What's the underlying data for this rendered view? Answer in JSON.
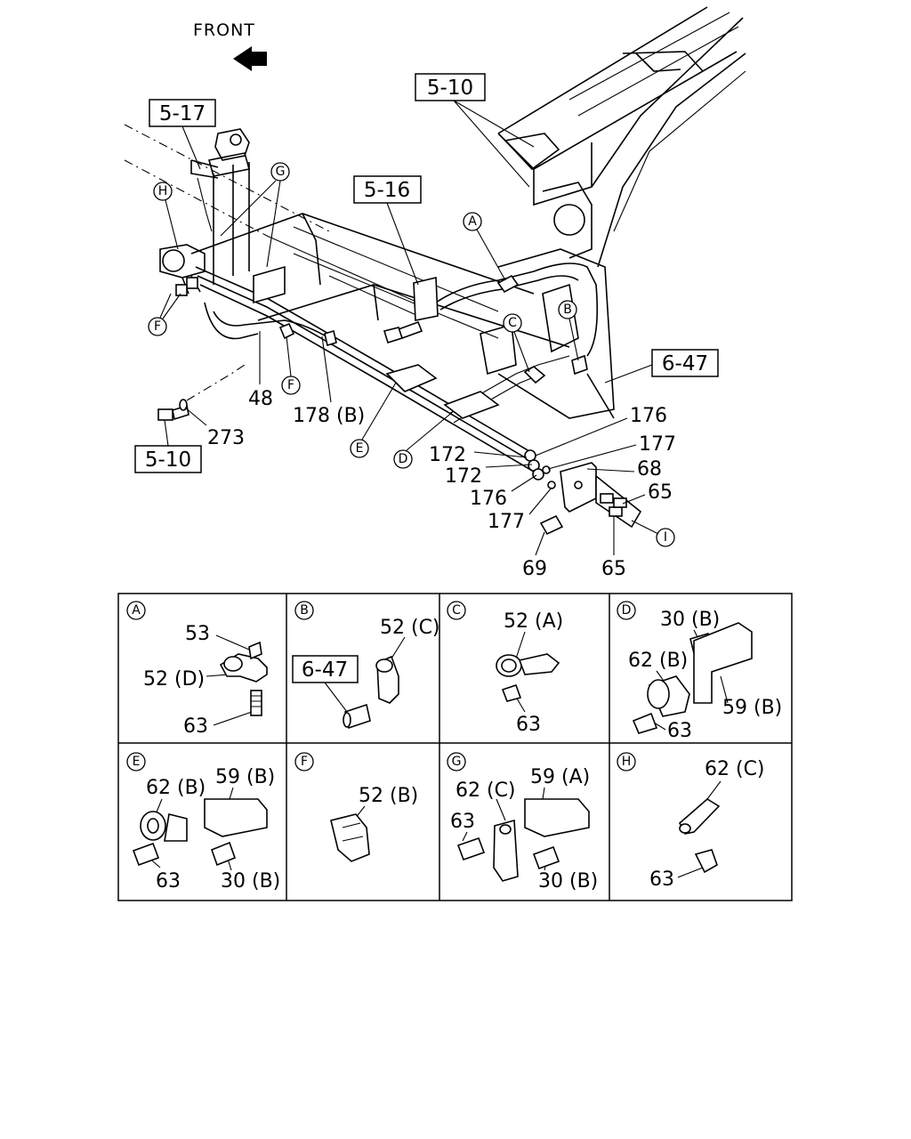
{
  "direction_label": "FRONT",
  "ref_boxes": {
    "r517": "5-17",
    "r510_top": "5-10",
    "r516": "5-16",
    "r647": "6-47",
    "r510_bottom": "5-10"
  },
  "circles": {
    "A": "A",
    "B": "B",
    "C": "C",
    "D": "D",
    "E": "E",
    "F": "F",
    "G": "G",
    "H": "H",
    "I": "I"
  },
  "main_labels": {
    "p48": "48",
    "p178b": "178 (B)",
    "p273": "273",
    "p176a": "176",
    "p177a": "177",
    "p68": "68",
    "p65a": "65",
    "p172a": "172",
    "p172b": "172",
    "p176b": "176",
    "p177b": "177",
    "p69": "69",
    "p65b": "65"
  },
  "panels": {
    "A": {
      "l1": "53",
      "l2": "52 (D)",
      "l3": "63"
    },
    "B": {
      "l1": "52 (C)",
      "ref": "6-47"
    },
    "C": {
      "l1": "52 (A)",
      "l2": "63"
    },
    "D": {
      "l1": "30 (B)",
      "l2": "62 (B)",
      "l3": "59 (B)",
      "l4": "63"
    },
    "E": {
      "l1": "62 (B)",
      "l2": "59 (B)",
      "l3": "63",
      "l4": "30 (B)"
    },
    "F": {
      "l1": "52 (B)"
    },
    "G": {
      "l1": "62 (C)",
      "l2": "59 (A)",
      "l3": "63",
      "l4": "30 (B)"
    },
    "H": {
      "l1": "62 (C)",
      "l2": "63"
    }
  }
}
